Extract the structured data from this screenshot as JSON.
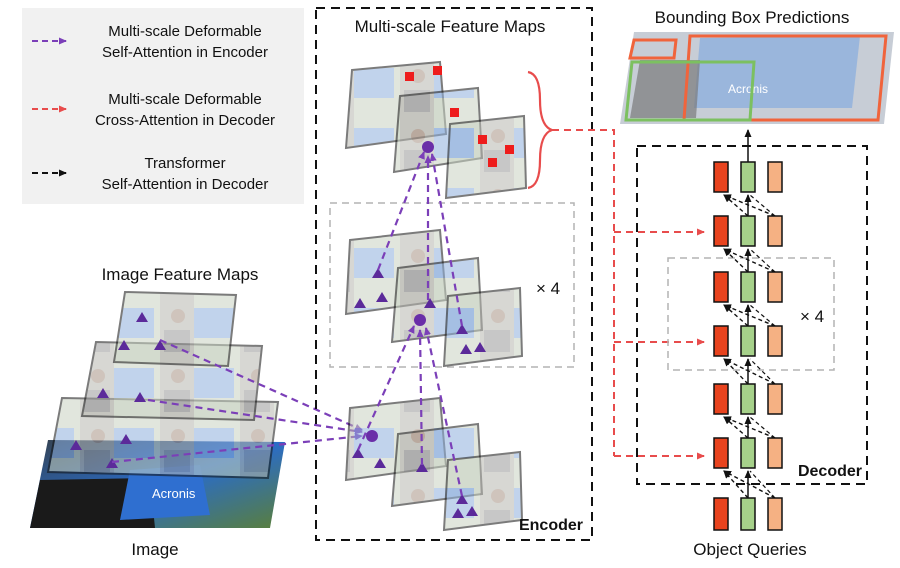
{
  "legend": {
    "items": [
      {
        "line1": "Multi-scale Deformable",
        "line2": "Self-Attention in Encoder",
        "color": "#7b3fb8"
      },
      {
        "line1": "Multi-scale Deformable",
        "line2": "Cross-Attention in Decoder",
        "color": "#e84c4c"
      },
      {
        "line1": "Transformer",
        "line2": "Self-Attention in Decoder",
        "color": "#111111"
      }
    ]
  },
  "labels": {
    "multiscale_title": "Multi-scale Feature Maps",
    "bbox_title": "Bounding Box Predictions",
    "image_feature_maps": "Image Feature Maps",
    "image": "Image",
    "encoder": "Encoder",
    "decoder": "Decoder",
    "object_queries": "Object Queries",
    "repeat_encoder": "× 4",
    "repeat_decoder": "× 4"
  },
  "photo_texts": {
    "sponsor": "Acronis"
  },
  "colors": {
    "encoder_attention": "#7b3fb8",
    "cross_attention": "#e84c4c",
    "self_attention": "#111111",
    "query_red": "#e8431e",
    "query_green": "#a6d18a",
    "query_orange": "#f5b183",
    "box_orange": "#f0643c",
    "box_green": "#7cc060",
    "sampling_point": "#ee1c1c"
  }
}
